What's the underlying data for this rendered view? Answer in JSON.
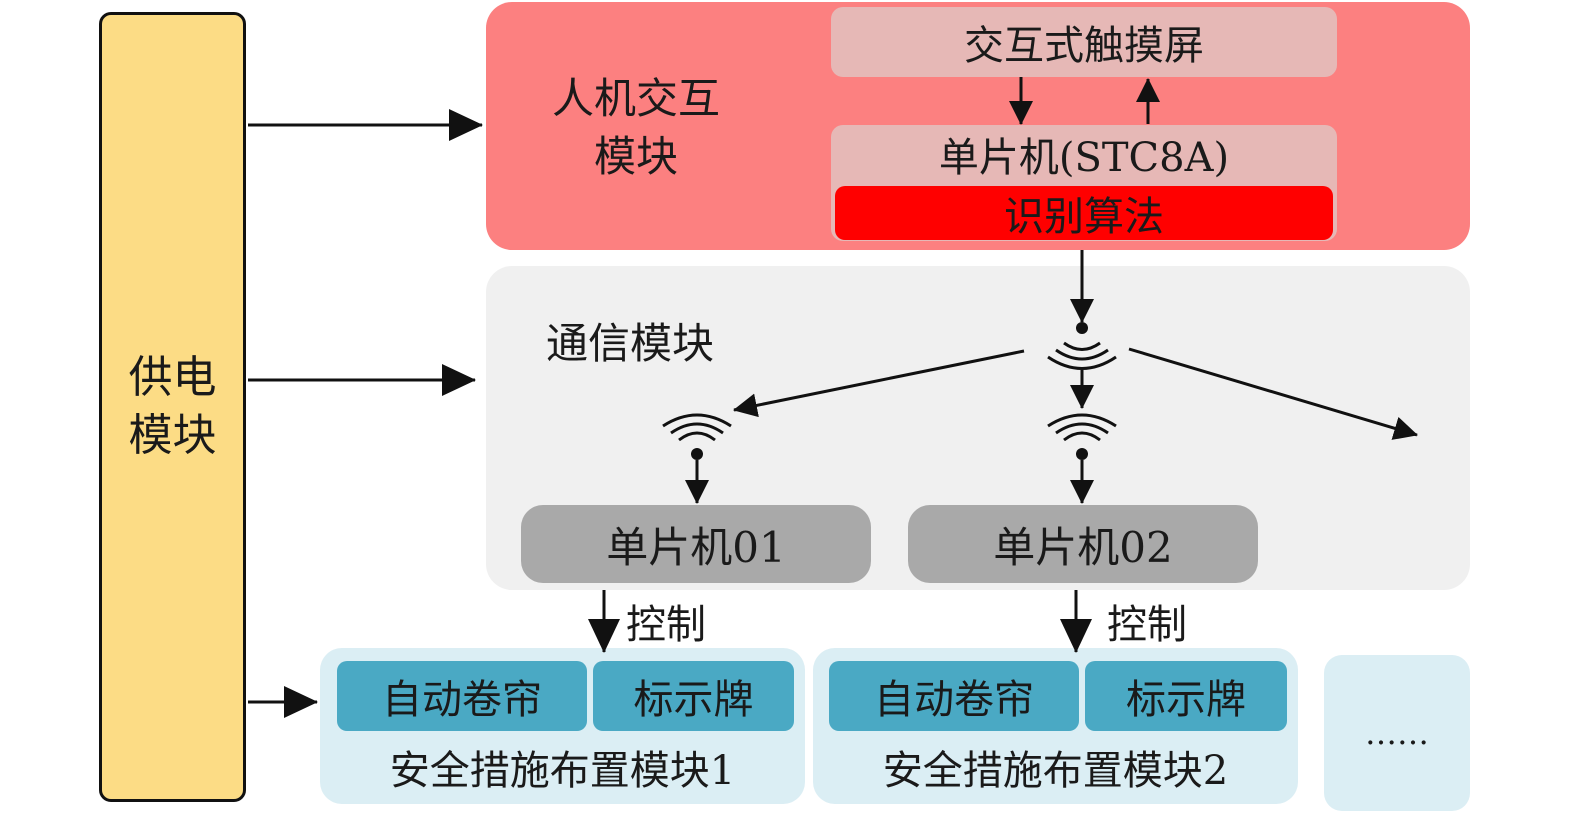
{
  "power": {
    "label_line1": "供电",
    "label_line2": "模块"
  },
  "hmi": {
    "label_line1": "人机交互",
    "label_line2": "模块",
    "touchscreen": "交互式触摸屏",
    "mcu": "单片机(STC8A)",
    "algorithm": "识别算法"
  },
  "comm": {
    "label": "通信模块",
    "mcu1": "单片机01",
    "mcu2": "单片机02"
  },
  "control_label": "控制",
  "safety": [
    {
      "sub1": "自动卷帘",
      "sub2": "标示牌",
      "label": "安全措施布置模块1"
    },
    {
      "sub1": "自动卷帘",
      "sub2": "标示牌",
      "label": "安全措施布置模块2"
    }
  ],
  "ellipsis": "……",
  "colors": {
    "power": "#fcdc85",
    "hmi": "#fc8080",
    "hmi_inner": "#e6b8b6",
    "algorithm": "#ff0000",
    "comm": "#f0f0f0",
    "mcu": "#a9a9a9",
    "safety": "#dbeef4",
    "safety_sub": "#4aa9c4"
  },
  "icons": [
    "wireless-signal-icon"
  ]
}
